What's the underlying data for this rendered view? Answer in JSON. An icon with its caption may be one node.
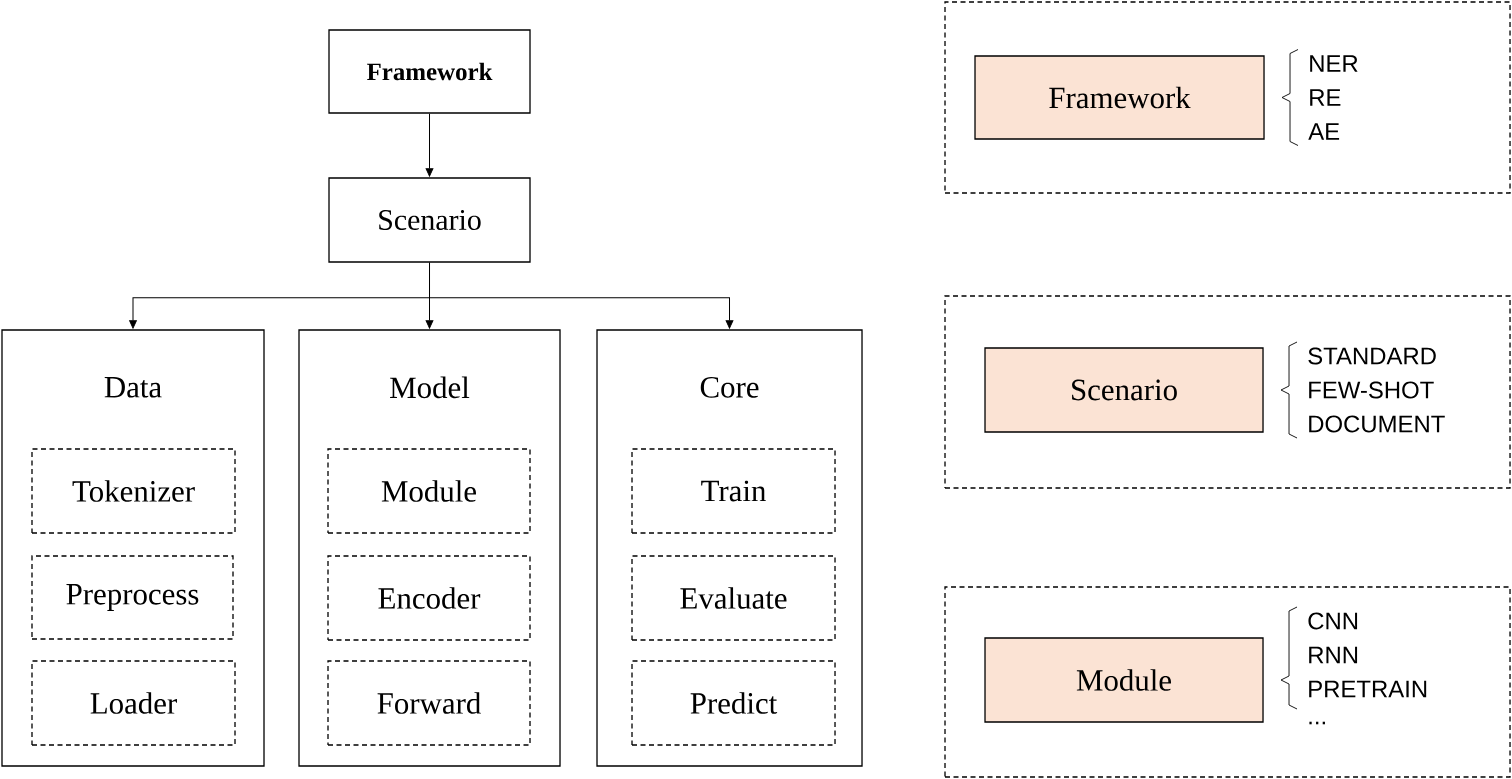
{
  "diagram": {
    "nodes": [
      {
        "text": [
          "Framework"
        ]
      },
      {
        "text": [
          "Scenario"
        ]
      },
      {
        "text": [
          "Data"
        ]
      },
      {
        "text": [
          "Tokenizer"
        ],
        "in": 2
      },
      {
        "text": [
          "Preprocess"
        ],
        "in": 2
      },
      {
        "text": [
          "Loader"
        ],
        "in": 2
      },
      {
        "text": [
          "Model"
        ]
      },
      {
        "text": [
          "Module"
        ],
        "in": 6
      },
      {
        "text": [
          "Encoder"
        ],
        "in": 6
      },
      {
        "text": [
          "Forward"
        ],
        "in": 6
      },
      {
        "text": [
          "Core"
        ]
      },
      {
        "text": [
          "Train"
        ],
        "in": 10
      },
      {
        "text": [
          "Evaluate"
        ],
        "in": 10
      },
      {
        "text": [
          "Predict"
        ],
        "in": 10
      },
      {
        "text": [],
        "shape": "box"
      },
      {
        "text": [
          "Framework"
        ],
        "in": 14,
        "beside": [
          "NER",
          "RE",
          "AE"
        ]
      },
      {
        "text": [],
        "shape": "box"
      },
      {
        "text": [
          "Scenario"
        ],
        "in": 16,
        "beside": [
          "STANDARD",
          "FEW-SHOT",
          "DOCUMENT"
        ]
      },
      {
        "text": [],
        "shape": "box"
      },
      {
        "text": [
          "Module"
        ],
        "in": 18,
        "beside": [
          "CNN",
          "RNN",
          "PRETRAIN",
          "..."
        ]
      }
    ],
    "edges": [
      {
        "from": 0,
        "to": 1,
        "arrow": "to"
      },
      {
        "from": 1,
        "to": 2,
        "arrow": "to"
      },
      {
        "from": 1,
        "to": 6,
        "arrow": "to"
      },
      {
        "from": 1,
        "to": 10,
        "arrow": "to"
      }
    ]
  }
}
